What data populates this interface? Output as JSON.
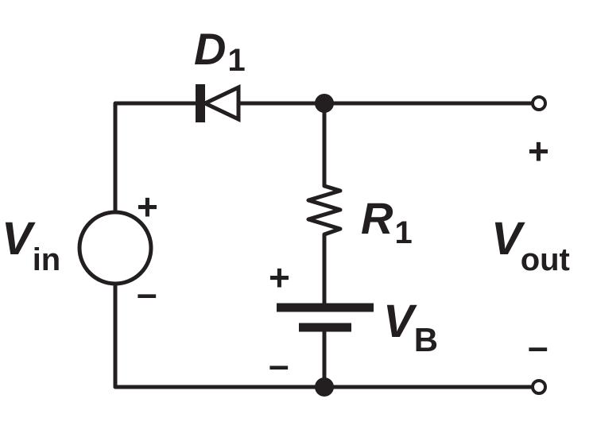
{
  "labels": {
    "diode": {
      "main": "D",
      "sub": "1"
    },
    "resistor": {
      "main": "R",
      "sub": "1"
    },
    "source": {
      "main": "V",
      "sub": "in"
    },
    "battery": {
      "main": "V",
      "sub": "B"
    },
    "output": {
      "main": "V",
      "sub": "out"
    }
  },
  "signs": {
    "plus": "+",
    "minus": "–"
  },
  "colors": {
    "ink": "#231f20",
    "background": "#ffffff"
  }
}
